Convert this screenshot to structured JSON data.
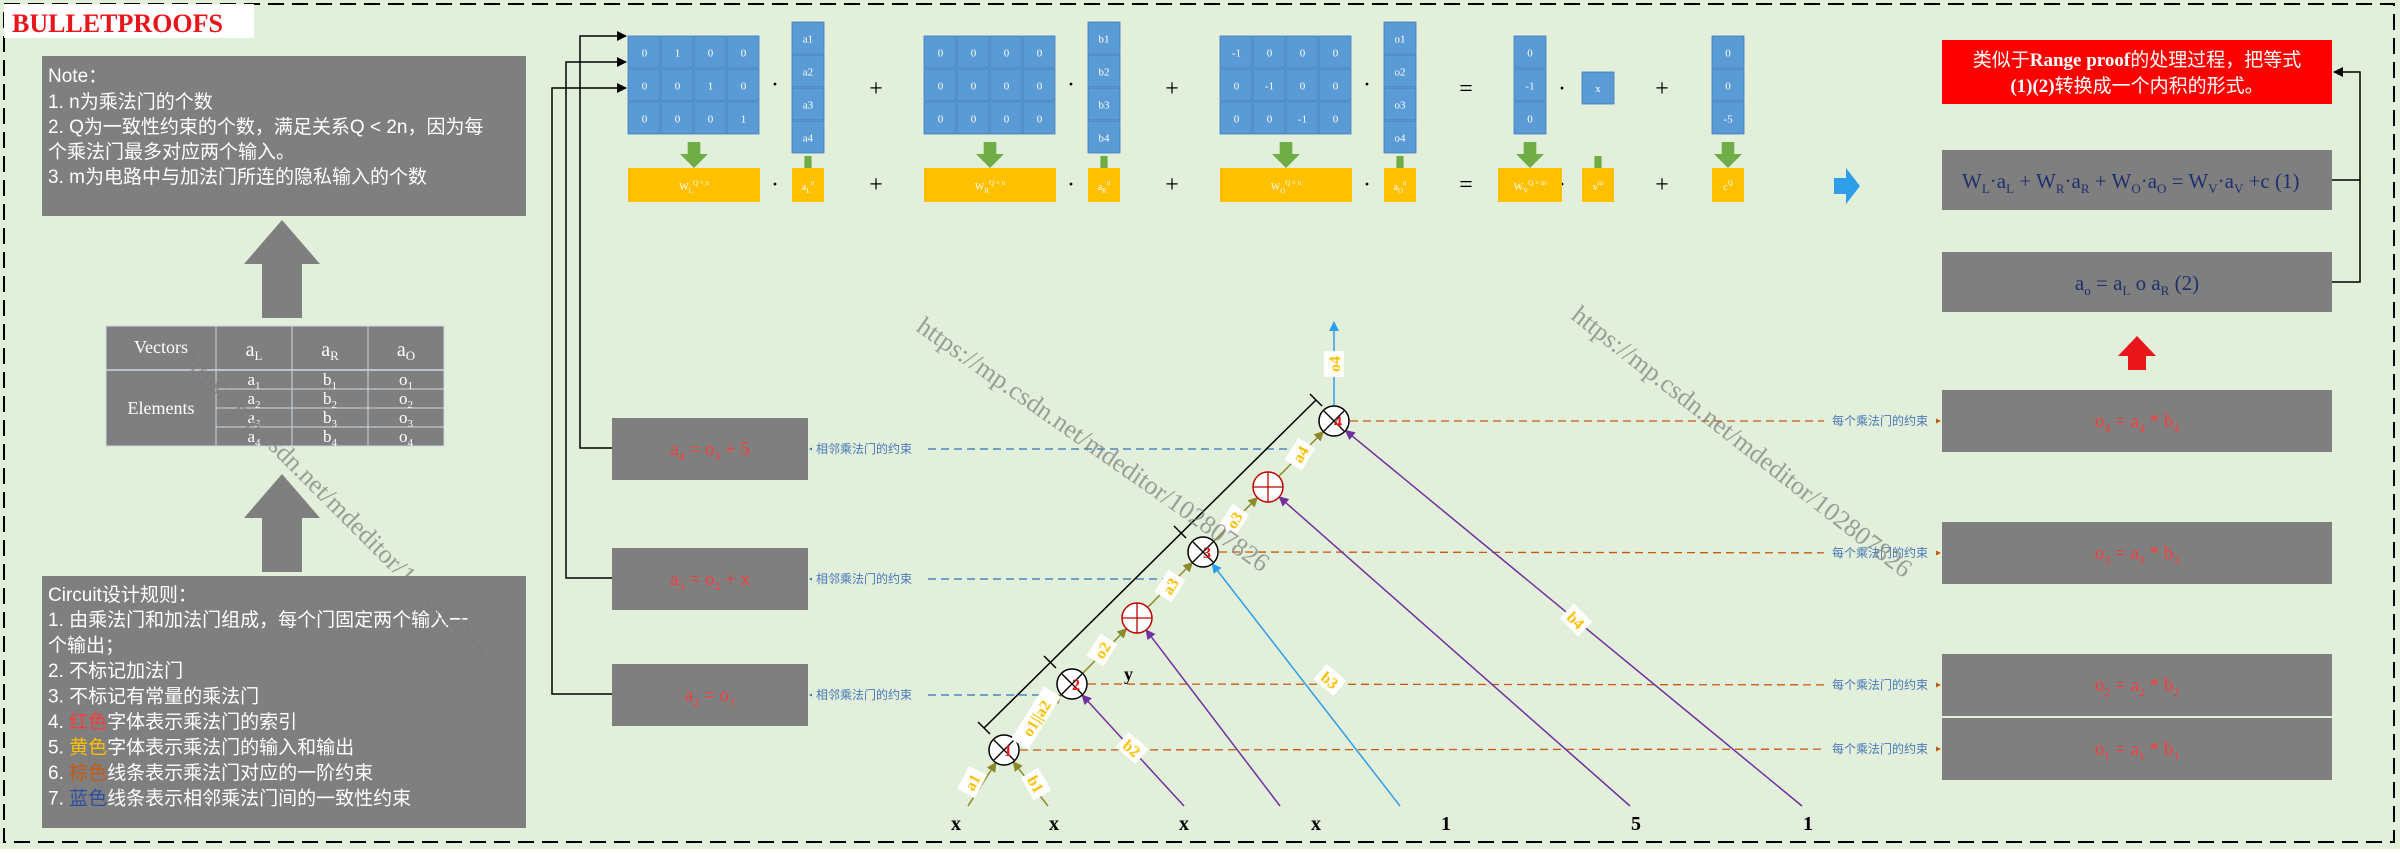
{
  "title": "BULLETPROOFS",
  "watermark": "https://mp.csdn.net/mdeditor/102807826",
  "note": {
    "heading": "Note：",
    "lines": [
      "1. n为乘法门的个数",
      "2. Q为一致性约束的个数，满足关系Q < 2n，因为每",
      "个乘法门最多对应两个输入。",
      "3. m为电路中与加法门所连的隐私输入的个数"
    ]
  },
  "vectors_table": {
    "head_label": "Vectors",
    "body_label": "Elements",
    "headers": [
      {
        "base": "a",
        "sub": "L"
      },
      {
        "base": "a",
        "sub": "R"
      },
      {
        "base": "a",
        "sub": "O"
      }
    ],
    "rows": [
      [
        {
          "base": "a",
          "sub": "1"
        },
        {
          "base": "b",
          "sub": "1"
        },
        {
          "base": "o",
          "sub": "1"
        }
      ],
      [
        {
          "base": "a",
          "sub": "2"
        },
        {
          "base": "b",
          "sub": "2"
        },
        {
          "base": "o",
          "sub": "2"
        }
      ],
      [
        {
          "base": "a",
          "sub": "3"
        },
        {
          "base": "b",
          "sub": "3"
        },
        {
          "base": "o",
          "sub": "3"
        }
      ],
      [
        {
          "base": "a",
          "sub": "4"
        },
        {
          "base": "b",
          "sub": "4"
        },
        {
          "base": "o",
          "sub": "4"
        }
      ]
    ]
  },
  "rules": {
    "heading": "Circuit设计规则：",
    "lines": [
      [
        {
          "t": "1.  由乘法门和加法门组成，每个门固定两个输入一"
        }
      ],
      [
        {
          "t": "个输出；"
        }
      ],
      [
        {
          "t": "2.  不标记加法门"
        }
      ],
      [
        {
          "t": "3.  不标记有常量的乘法门"
        }
      ],
      [
        {
          "t": "4.  "
        },
        {
          "t": "红色",
          "c": "red"
        },
        {
          "t": "字体表示乘法门的索引"
        }
      ],
      [
        {
          "t": "5.  "
        },
        {
          "t": "黄色",
          "c": "yellow"
        },
        {
          "t": "字体表示乘法门的输入和输出"
        }
      ],
      [
        {
          "t": "6.  "
        },
        {
          "t": "棕色",
          "c": "brown"
        },
        {
          "t": "线条表示乘法门对应的一阶约束"
        }
      ],
      [
        {
          "t": "7.  "
        },
        {
          "t": "蓝色",
          "c": "blue"
        },
        {
          "t": "线条表示相邻乘法门间的一致性约束"
        }
      ]
    ]
  },
  "matrices": {
    "WL": [
      [
        "0",
        "1",
        "0",
        "0"
      ],
      [
        "0",
        "0",
        "1",
        "0"
      ],
      [
        "0",
        "0",
        "0",
        "1"
      ]
    ],
    "WR": [
      [
        "0",
        "0",
        "0",
        "0"
      ],
      [
        "0",
        "0",
        "0",
        "0"
      ],
      [
        "0",
        "0",
        "0",
        "0"
      ]
    ],
    "WO": [
      [
        "-1",
        "0",
        "0",
        "0"
      ],
      [
        "0",
        "-1",
        "0",
        "0"
      ],
      [
        "0",
        "0",
        "-1",
        "0"
      ]
    ],
    "aL": [
      "a1",
      "a2",
      "a3",
      "a4"
    ],
    "aR": [
      "b1",
      "b2",
      "b3",
      "b4"
    ],
    "aO": [
      "o1",
      "o2",
      "o3",
      "o4"
    ],
    "WV": [
      "0",
      "-1",
      "0"
    ],
    "v": "x",
    "c": [
      "0",
      "0",
      "-5"
    ]
  },
  "yellow_labels": {
    "WL": {
      "base": "W",
      "sub": "L",
      "sup": "Q × n"
    },
    "aL": {
      "base": "a",
      "sub": "L",
      "sup": "n"
    },
    "WR": {
      "base": "W",
      "sub": "R",
      "sup": "Q × n"
    },
    "aR": {
      "base": "a",
      "sub": "R",
      "sup": "n"
    },
    "WO": {
      "base": "W",
      "sub": "O",
      "sup": "Q × n"
    },
    "aO": {
      "base": "a",
      "sub": "O",
      "sup": "n"
    },
    "WV": {
      "base": "W",
      "sub": "V",
      "sup": "Q × m"
    },
    "v": {
      "base": "v",
      "sub": "",
      "sup": "m"
    },
    "c": {
      "base": "c",
      "sub": "",
      "sup": "Q"
    }
  },
  "operators": {
    "dot": "·",
    "plus": "+",
    "equals": "="
  },
  "red_note": {
    "segments": [
      {
        "t": "类似于"
      },
      {
        "t": "Range proof",
        "b": true
      },
      {
        "t": "的处理过程，把等式"
      }
    ],
    "line2": [
      {
        "t": "(1)(2)",
        "b": true
      },
      {
        "t": "转换成一个内积的形式。"
      }
    ]
  },
  "equation1": {
    "parts": [
      {
        "base": "W",
        "sub": "L"
      },
      {
        "t": "·"
      },
      {
        "base": "a",
        "sub": "L"
      },
      {
        "t": " + "
      },
      {
        "base": "W",
        "sub": "R"
      },
      {
        "t": "·"
      },
      {
        "base": "a",
        "sub": "R"
      },
      {
        "t": " + "
      },
      {
        "base": "W",
        "sub": "O"
      },
      {
        "t": "·"
      },
      {
        "base": "a",
        "sub": "O"
      },
      {
        "t": " = "
      },
      {
        "base": "W",
        "sub": "V"
      },
      {
        "t": "·"
      },
      {
        "base": "a",
        "sub": "V"
      },
      {
        "t": " +c"
      }
    ],
    "number": "(1)"
  },
  "equation2": {
    "parts": [
      {
        "base": "a",
        "sub": "o"
      },
      {
        "t": " = "
      },
      {
        "base": "a",
        "sub": "L"
      },
      {
        "t": " o "
      },
      {
        "base": "a",
        "sub": "R"
      }
    ],
    "number": "(2)"
  },
  "mult_constraints": [
    {
      "base": "o",
      "sub": "4",
      "rest": " = a",
      "sub2": "4",
      "rest2": " * b",
      "sub3": "4"
    },
    {
      "base": "o",
      "sub": "3",
      "rest": " = a",
      "sub2": "3",
      "rest2": " * b",
      "sub3": "3"
    },
    {
      "base": "o",
      "sub": "2",
      "rest": " = a",
      "sub2": "2",
      "rest2": " * b",
      "sub3": "2"
    },
    {
      "base": "o",
      "sub": "1",
      "rest": " = a",
      "sub2": "1",
      "rest2": " * b",
      "sub3": "1"
    }
  ],
  "mult_constraint_label": "每个乘法门的约束",
  "consistency_constraints": [
    {
      "base": "a",
      "sub": "4",
      "rest": " = o",
      "sub2": "3",
      "rest2": " + 5"
    },
    {
      "base": "a",
      "sub": "3",
      "rest": " = o",
      "sub2": "2",
      "rest2": " + x"
    },
    {
      "base": "a",
      "sub": "2",
      "rest": " = o",
      "sub2": "1",
      "rest2": ""
    }
  ],
  "consistency_label": "相邻乘法门的约束",
  "circuit": {
    "gate_indices": [
      "1",
      "2",
      "3",
      "4"
    ],
    "wire_labels": [
      "a1",
      "b1",
      "o1||a2",
      "b2",
      "o2",
      "a3",
      "b3",
      "o3",
      "a4",
      "b4",
      "o4"
    ],
    "inputs": [
      "x",
      "x",
      "x",
      "x",
      "1",
      "5",
      "1"
    ],
    "y_label": "y"
  },
  "colors": {
    "title_red": "#e8161b",
    "grey_box": "#7f7f7f",
    "matrix_blue": "#5b9bd5",
    "label_yellow": "#ffc000",
    "green_arrow": "#70ad47",
    "arrow_blue": "#2e9ee8",
    "red_box": "#ff0000",
    "bg_green": "#e2efda",
    "constraint_brown": "#c55a11",
    "consistency_blue": "#2e75b6"
  }
}
